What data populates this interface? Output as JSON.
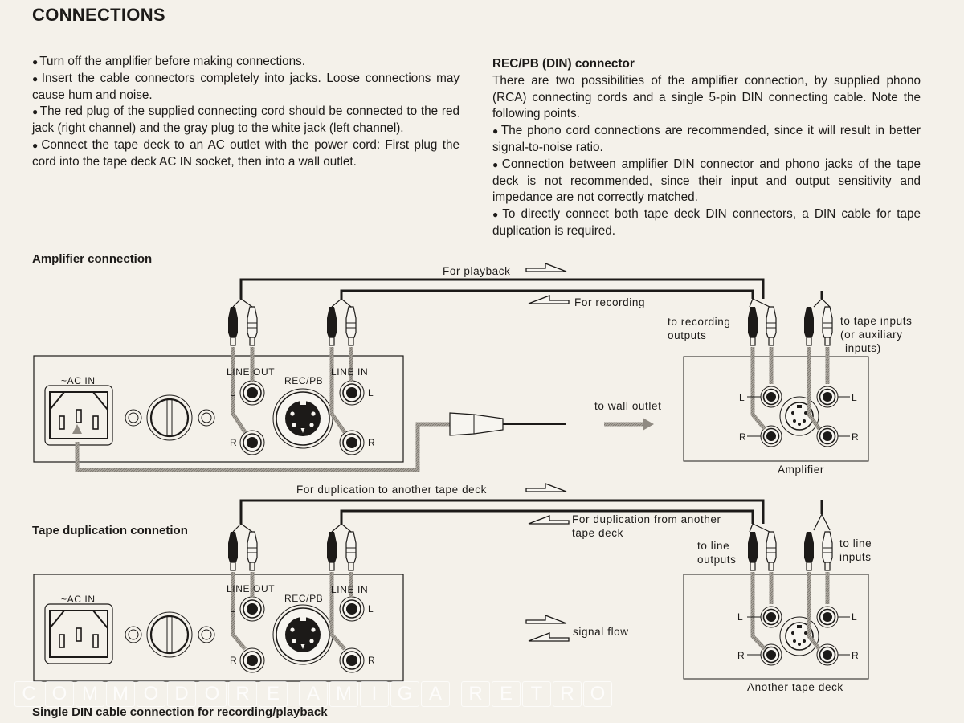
{
  "page": {
    "title": "CONNECTIONS",
    "left_column": {
      "bullets": [
        "Turn off the amplifier before making connections.",
        "Insert the cable connectors completely into jacks. Loose connections may cause hum and noise.",
        "The red plug of the supplied connecting cord should be connected to the red jack (right channel) and the gray plug to the white jack (left channel).",
        "Connect the tape deck to an AC outlet with the power cord: First plug the cord into the tape deck AC IN socket, then into a wall outlet."
      ]
    },
    "right_column": {
      "heading": "REC/PB (DIN) connector",
      "intro": "There are two possibilities of the amplifier connection, by supplied phono (RCA) connecting cords and a single 5-pin DIN connecting cable. Note the following points.",
      "bullets": [
        "The phono cord connections are recommended, since it will result in better signal-to-noise ratio.",
        "Connection between amplifier DIN connector and phono jacks of the tape deck is not recommended, since their input and output sensitivity and impedance are not correctly matched.",
        "To directly connect both tape deck DIN connectors, a DIN cable for tape duplication is required."
      ]
    }
  },
  "diagram_amp": {
    "section_label": "Amplifier connection",
    "for_playback": "For playback",
    "for_recording": "For recording",
    "to_recording_outputs": [
      "to recording",
      "outputs"
    ],
    "to_tape_inputs": [
      "to tape inputs",
      "(or auxiliary",
      "inputs)"
    ],
    "to_wall_outlet": "to wall outlet",
    "device_label": "Amplifier",
    "deck_labels": {
      "ac_in": "~AC IN",
      "line_out": "LINE OUT",
      "rec_pb": "REC/PB",
      "line_in": "LINE IN",
      "l": "L",
      "r": "R"
    }
  },
  "diagram_dup": {
    "section_label": "Tape duplication connetion",
    "for_dup_to": "For duplication to another tape deck",
    "for_dup_from": [
      "For duplication from another",
      "tape deck"
    ],
    "to_line_outputs": [
      "to line",
      "outputs"
    ],
    "to_line_inputs": [
      "to line",
      "inputs"
    ],
    "signal_flow": "signal flow",
    "device_label": "Another tape deck",
    "deck_labels": {
      "ac_in": "~AC IN",
      "line_out": "LINE OUT",
      "rec_pb": "REC/PB",
      "line_in": "LINE IN",
      "l": "L",
      "r": "R"
    }
  },
  "footer_label": "Single DIN cable connection for recording/playback",
  "watermark": "COMMODORE AMIGA RETRO"
}
